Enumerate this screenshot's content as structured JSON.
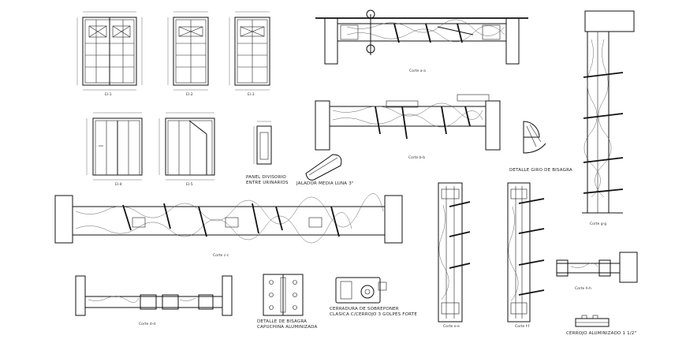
{
  "drawing": {
    "notes": {
      "panel_divisorio": [
        "PANEL DIVISORIO",
        "ENTRE URINARIOS"
      ],
      "jalador": "JALADOR MEDIA LUNA 3\"",
      "detalle_giro": "DETALLE GIRO DE BISAGRA",
      "detalle_bisagra": [
        "DETALLE DE BISAGRA",
        "CAPUCHINA ALUMINIZADA"
      ],
      "cerradura": [
        "CERRADURA DE SOBREPONER",
        "CLASICA C/CERROJO 3 GOLPES FORTE"
      ],
      "cerrojo": "CERROJO ALUMINIZADO 1 1/2\""
    },
    "captions": {
      "el_1": "El-1",
      "el_2": "El-2",
      "el_3": "El-3",
      "el_4": "El-4",
      "el_5": "El-5",
      "corte_aa": "Corte a-a",
      "corte_bb": "Corte b-b",
      "corte_cc": "Corte c-c",
      "corte_dd": "Corte d-d",
      "corte_ee": "Corte e-e",
      "corte_ff": "Corte f-f",
      "corte_gg": "Corte g-g",
      "corte_hh": "Corte h-h"
    }
  }
}
